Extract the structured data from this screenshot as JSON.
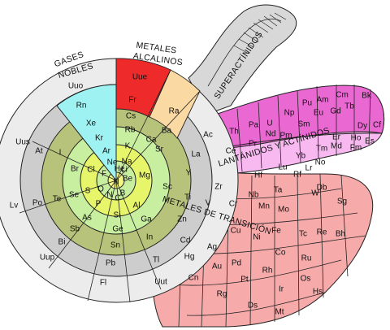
{
  "labels": {
    "gases": [
      "GASES",
      "NOBLES"
    ],
    "alcalinos": [
      "METALES",
      "ALCALINOS"
    ],
    "superact": "SUPERACTÍNIDOS",
    "lant": "LANTÁNIDOS Y ACTÍNIDOS",
    "trans": "METALES DE TRANSICIÓN"
  },
  "colors": {
    "noble": "#9ef2f2",
    "alkali": "#ef2a2a",
    "alkaline": "#fbd9a3",
    "nonmetal": "#e7f56b",
    "halogen": "#f7f79a",
    "metalloid": "#c8efa0",
    "boron": "#fbe79e",
    "poor": "#cdcdcd",
    "outer": "#ececec",
    "transition": "#f7aaaa",
    "lanthanide": "#f7b9f0",
    "actinide": "#ea68d2",
    "superact": "#d8d8d8",
    "olive": "#b7c27a",
    "hydrogen": "#f1f585"
  },
  "elements": {
    "H": "H",
    "He": "He",
    "Li": "Li",
    "Be": "Be",
    "B": "B",
    "C": "C",
    "N": "N",
    "O": "O",
    "F": "F",
    "Ne": "Ne",
    "Na": "Na",
    "Mg": "Mg",
    "Al": "Al",
    "Si": "Si",
    "P": "P",
    "S": "S",
    "Cl": "Cl",
    "Ar": "Ar",
    "K": "K",
    "Ca": "Ca",
    "Ga": "Ga",
    "Ge": "Ge",
    "As": "As",
    "Se": "Se",
    "Br": "Br",
    "Kr": "Kr",
    "Rb": "Rb",
    "Sr": "Sr",
    "In": "In",
    "Sn": "Sn",
    "Sb": "Sb",
    "Te": "Te",
    "I": "I",
    "Xe": "Xe",
    "Cs": "Cs",
    "Ba": "Ba",
    "Tl": "Tl",
    "Pb": "Pb",
    "Bi": "Bi",
    "Po": "Po",
    "At": "At",
    "Rn": "Rn",
    "Fr": "Fr",
    "Ra": "Ra",
    "Uut": "Uut",
    "Fl": "Fl",
    "Uup": "Uup",
    "Lv": "Lv",
    "Uus": "Uus",
    "Uuo": "Uuo",
    "Uue": "Uue",
    "Sc": "Sc",
    "Ti": "Ti",
    "V": "V",
    "Cr": "Cr",
    "Mn": "Mn",
    "Fe": "Fe",
    "Co": "Co",
    "Ni": "Ni",
    "Cu": "Cu",
    "Zn": "Zn",
    "Y": "Y",
    "Zr": "Zr",
    "Nb": "Nb",
    "Mo": "Mo",
    "Tc": "Tc",
    "Ru": "Ru",
    "Rh": "Rh",
    "Pd": "Pd",
    "Ag": "Ag",
    "Cd": "Cd",
    "Lu": "Lu",
    "Hf": "Hf",
    "Ta": "Ta",
    "W": "W",
    "Re": "Re",
    "Os": "Os",
    "Ir": "Ir",
    "Pt": "Pt",
    "Au": "Au",
    "Hg": "Hg",
    "Lr": "Lr",
    "Rf": "Rf",
    "Db": "Db",
    "Sg": "Sg",
    "Bh": "Bh",
    "Hs": "Hs",
    "Mt": "Mt",
    "Ds": "Ds",
    "Rg": "Rg",
    "Cn": "Cn",
    "La": "La",
    "Ce": "Ce",
    "Pr": "Pr",
    "Nd": "Nd",
    "Pm": "Pm",
    "Sm": "Sm",
    "Eu": "Eu",
    "Gd": "Gd",
    "Tb": "Tb",
    "Dy": "Dy",
    "Ho": "Ho",
    "Er": "Er",
    "Tm": "Tm",
    "Yb": "Yb",
    "Ac": "Ac",
    "Th": "Th",
    "Pa": "Pa",
    "U": "U",
    "Np": "Np",
    "Pu": "Pu",
    "Am": "Am",
    "Cm": "Cm",
    "Bk": "Bk",
    "Cf": "Cf",
    "Es": "Es",
    "Fm": "Fm",
    "Md": "Md",
    "No": "No"
  }
}
